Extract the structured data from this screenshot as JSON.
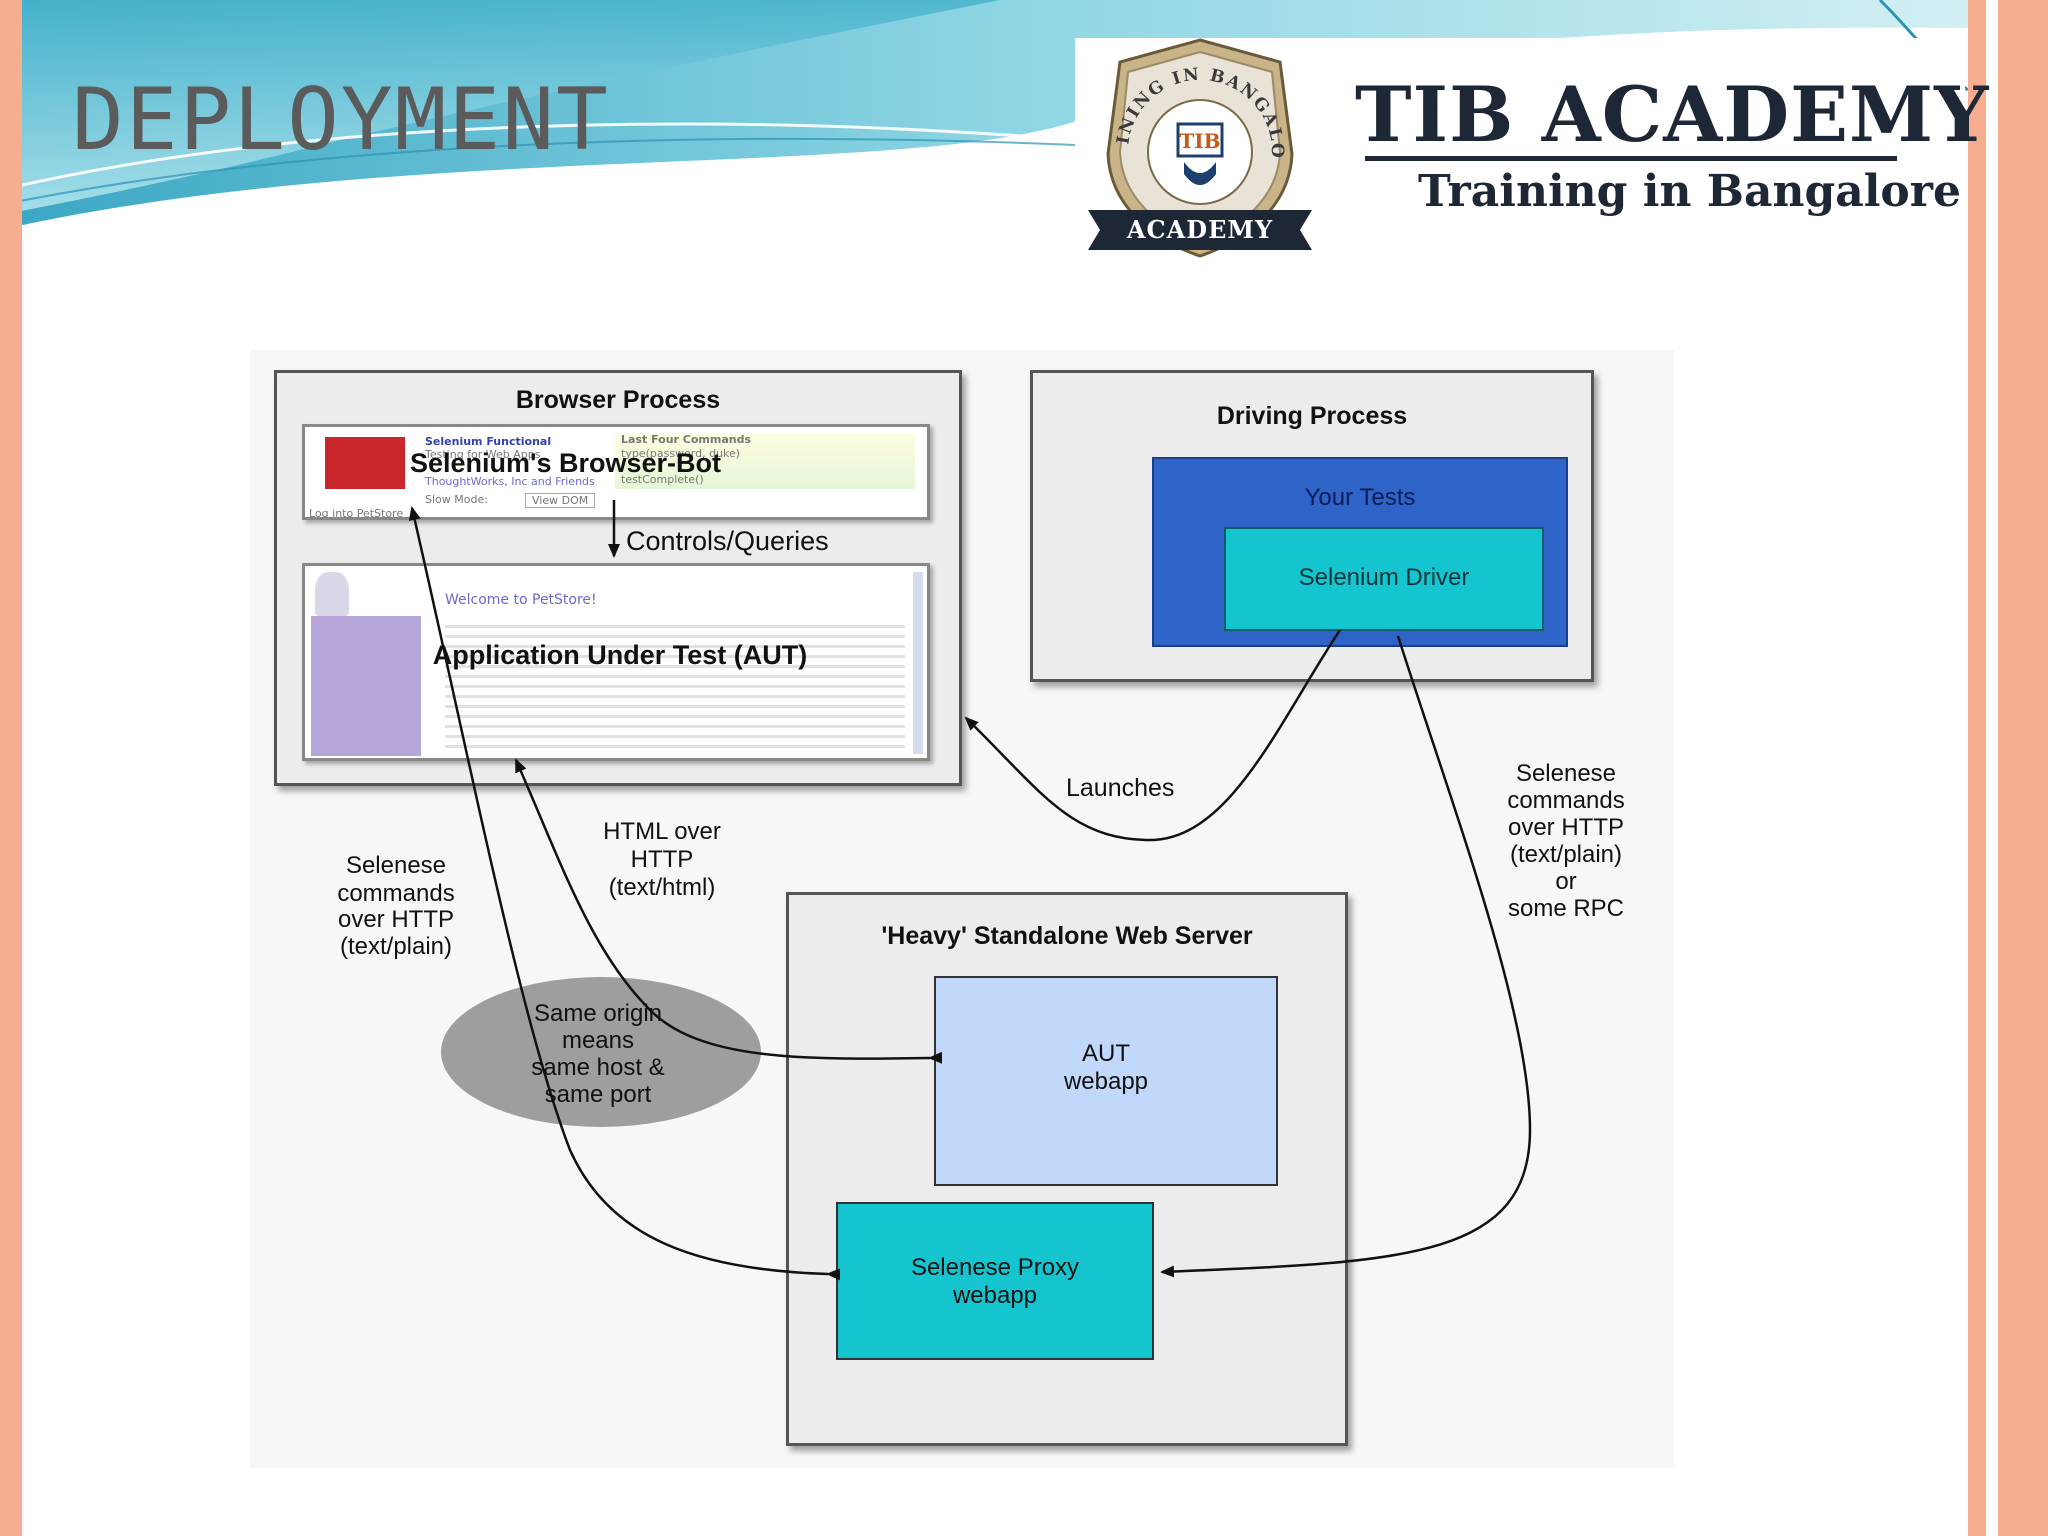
{
  "slide": {
    "title": "DEPLOYMENT"
  },
  "logo": {
    "seal_arc_text": "TRAINING IN BANGALORE",
    "seal_badge": "TIB",
    "seal_ribbon": "ACADEMY",
    "title": "TIB ACADEMY",
    "subtitle": "Training in Bangalore"
  },
  "diagram": {
    "browser_process": {
      "title": "Browser Process",
      "browser_bot": "Selenium's Browser-Bot",
      "controls": "Controls/Queries",
      "aut": "Application Under Test (AUT)",
      "welcome": "Welcome to PetStore!",
      "tiny_selenium": "Selenium Functional",
      "tiny_testing": "Testing for Web Apps",
      "tiny_thoughtworks": "ThoughtWorks, Inc and Friends",
      "tiny_last": "Last Four Commands",
      "tiny_cmd1": "type(password, duke)",
      "tiny_cmd2": "testComplete()",
      "tiny_slow": "Slow Mode:",
      "tiny_view": "View DOM",
      "tiny_login": "Log into PetStore"
    },
    "driving_process": {
      "title": "Driving Process",
      "your_tests": "Your Tests",
      "driver": "Selenium Driver"
    },
    "server": {
      "title": "'Heavy' Standalone Web Server",
      "aut_webapp": [
        "AUT",
        "webapp"
      ],
      "proxy": [
        "Selenese Proxy",
        "webapp"
      ]
    },
    "labels": {
      "launches": "Launches",
      "html_over_http": [
        "HTML over",
        "HTTP",
        "(text/html)"
      ],
      "selenese_left": [
        "Selenese",
        "commands",
        "over HTTP",
        "(text/plain)"
      ],
      "selenese_right": [
        "Selenese",
        "commands",
        "over HTTP",
        "(text/plain)",
        "or",
        "some RPC"
      ],
      "same_origin": [
        "Same origin",
        "means",
        "same host &",
        "same port"
      ]
    }
  },
  "colors": {
    "accent_band": "#f7ad8f",
    "wave_blue": "#5fc3d6",
    "dark_blue": "#2e63c8",
    "cyan": "#14c5cf",
    "light_blue": "#c2d8fa",
    "ellipse_gray": "#9e9e9e"
  }
}
